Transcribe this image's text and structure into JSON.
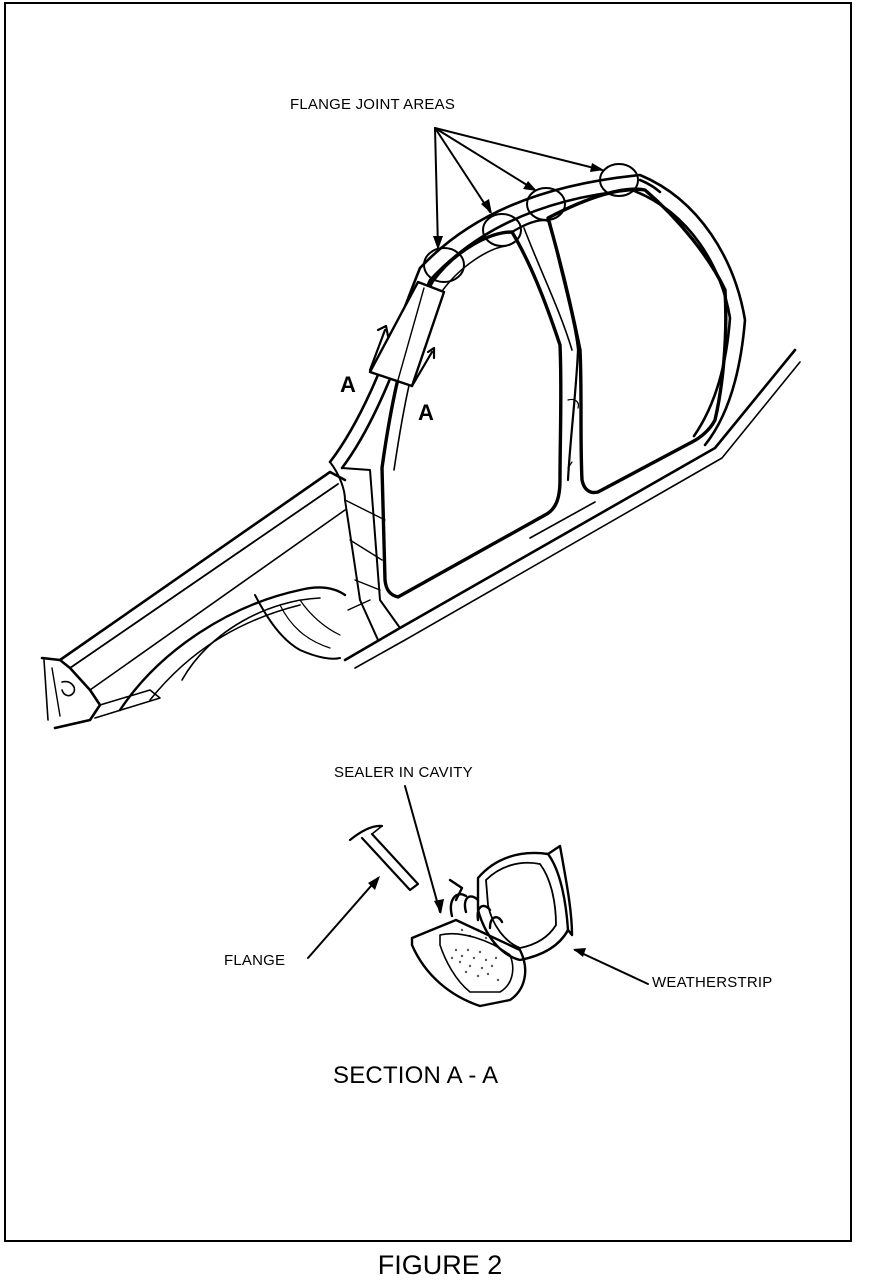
{
  "labels": {
    "flange_joint_areas": "FLANGE JOINT AREAS",
    "section_arrow_a_left": "A",
    "section_arrow_a_right": "A",
    "sealer_in_cavity": "SEALER IN CAVITY",
    "flange": "FLANGE",
    "weatherstrip": "WEATHERSTRIP",
    "section_title": "SECTION A - A"
  },
  "figure_caption": "FIGURE 2"
}
